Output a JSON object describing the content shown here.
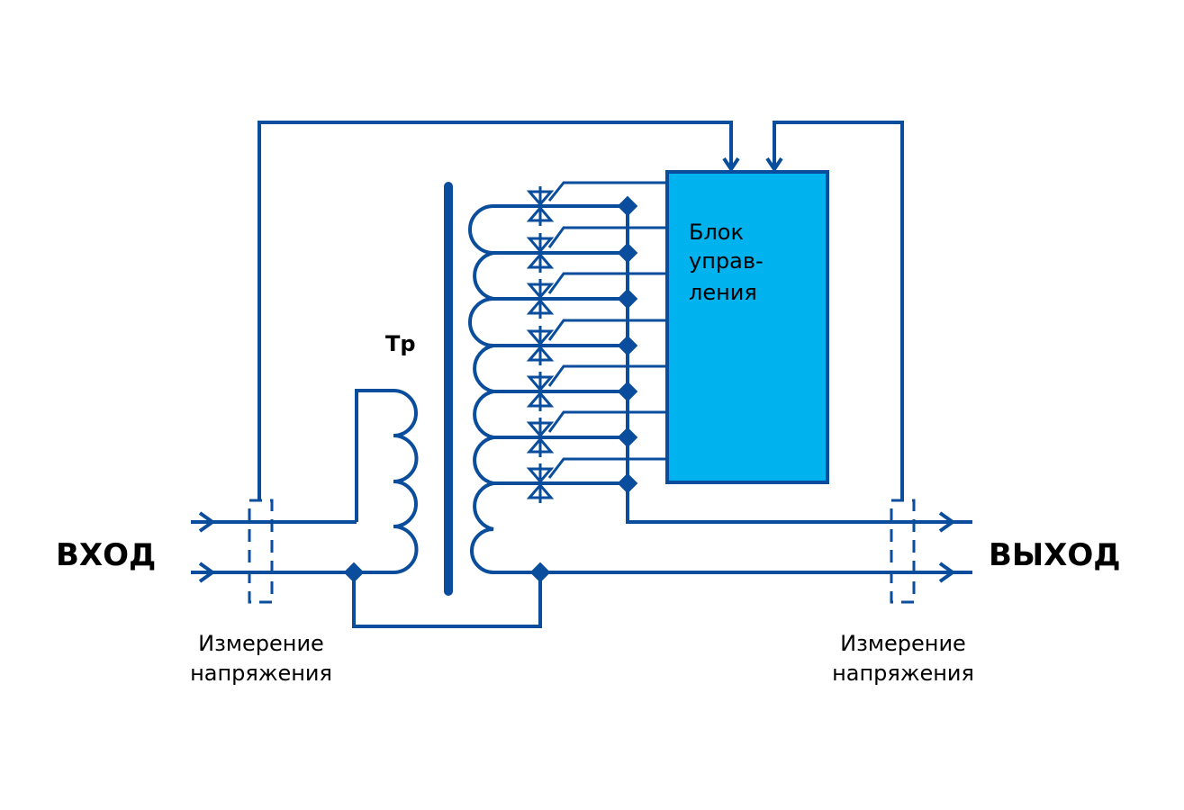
{
  "labels": {
    "input": "ВХОД",
    "output": "ВЫХОД",
    "transformer": "Тр",
    "control_block": [
      "Блок",
      "управ-",
      "ления"
    ],
    "measure_left": [
      "Измерение",
      "напряжения"
    ],
    "measure_right": [
      "Измерение",
      "напряжения"
    ]
  },
  "colors": {
    "wire": "#0a4d9c",
    "control_block_fill": "#00b2ee",
    "text": "#000000"
  },
  "icons": {
    "switch": "triac-icon",
    "node": "junction-dot"
  }
}
